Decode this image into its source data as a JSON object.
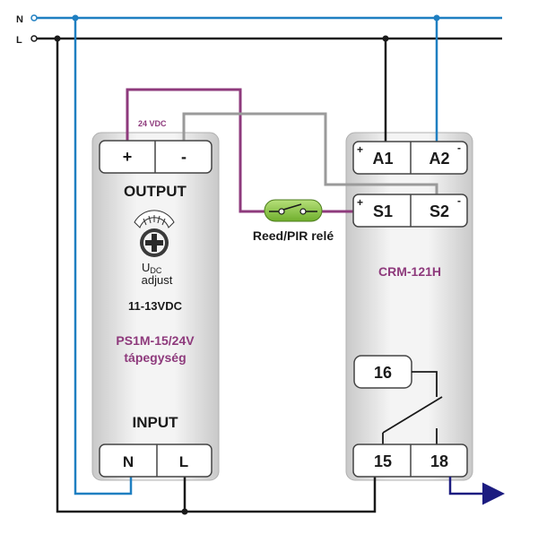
{
  "lines": {
    "neutral": "N",
    "live": "L"
  },
  "psu": {
    "output_label": "OUTPUT",
    "terminal_plus": "+",
    "terminal_minus": "-",
    "voltage_tag": "24 VDC",
    "udc_main": "U",
    "udc_sub": "DC",
    "adjust_label": "adjust",
    "range_label": "11-13VDC",
    "model": "PS1M-15/24V",
    "model_desc": "tápegység",
    "input_label": "INPUT",
    "terminal_n": "N",
    "terminal_l": "L"
  },
  "switch": {
    "label": "Reed/PIR relé"
  },
  "relay": {
    "a1": "A1",
    "a2": "A2",
    "s1": "S1",
    "s2": "S2",
    "plus_top": "+",
    "minus_top": "-",
    "plus_mid": "+",
    "minus_mid": "-",
    "model": "CRM-121H",
    "t16": "16",
    "t15": "15",
    "t18": "18"
  },
  "colors": {
    "neutral_wire": "#1f7fc1",
    "live_wire": "#1a1a1a",
    "positive_wire": "#8e3a7c",
    "negative_wire": "#9a9a9a",
    "output_wire": "#1c1c80",
    "model_text": "#8e3a7c",
    "switch_body": "#8cc63f"
  }
}
